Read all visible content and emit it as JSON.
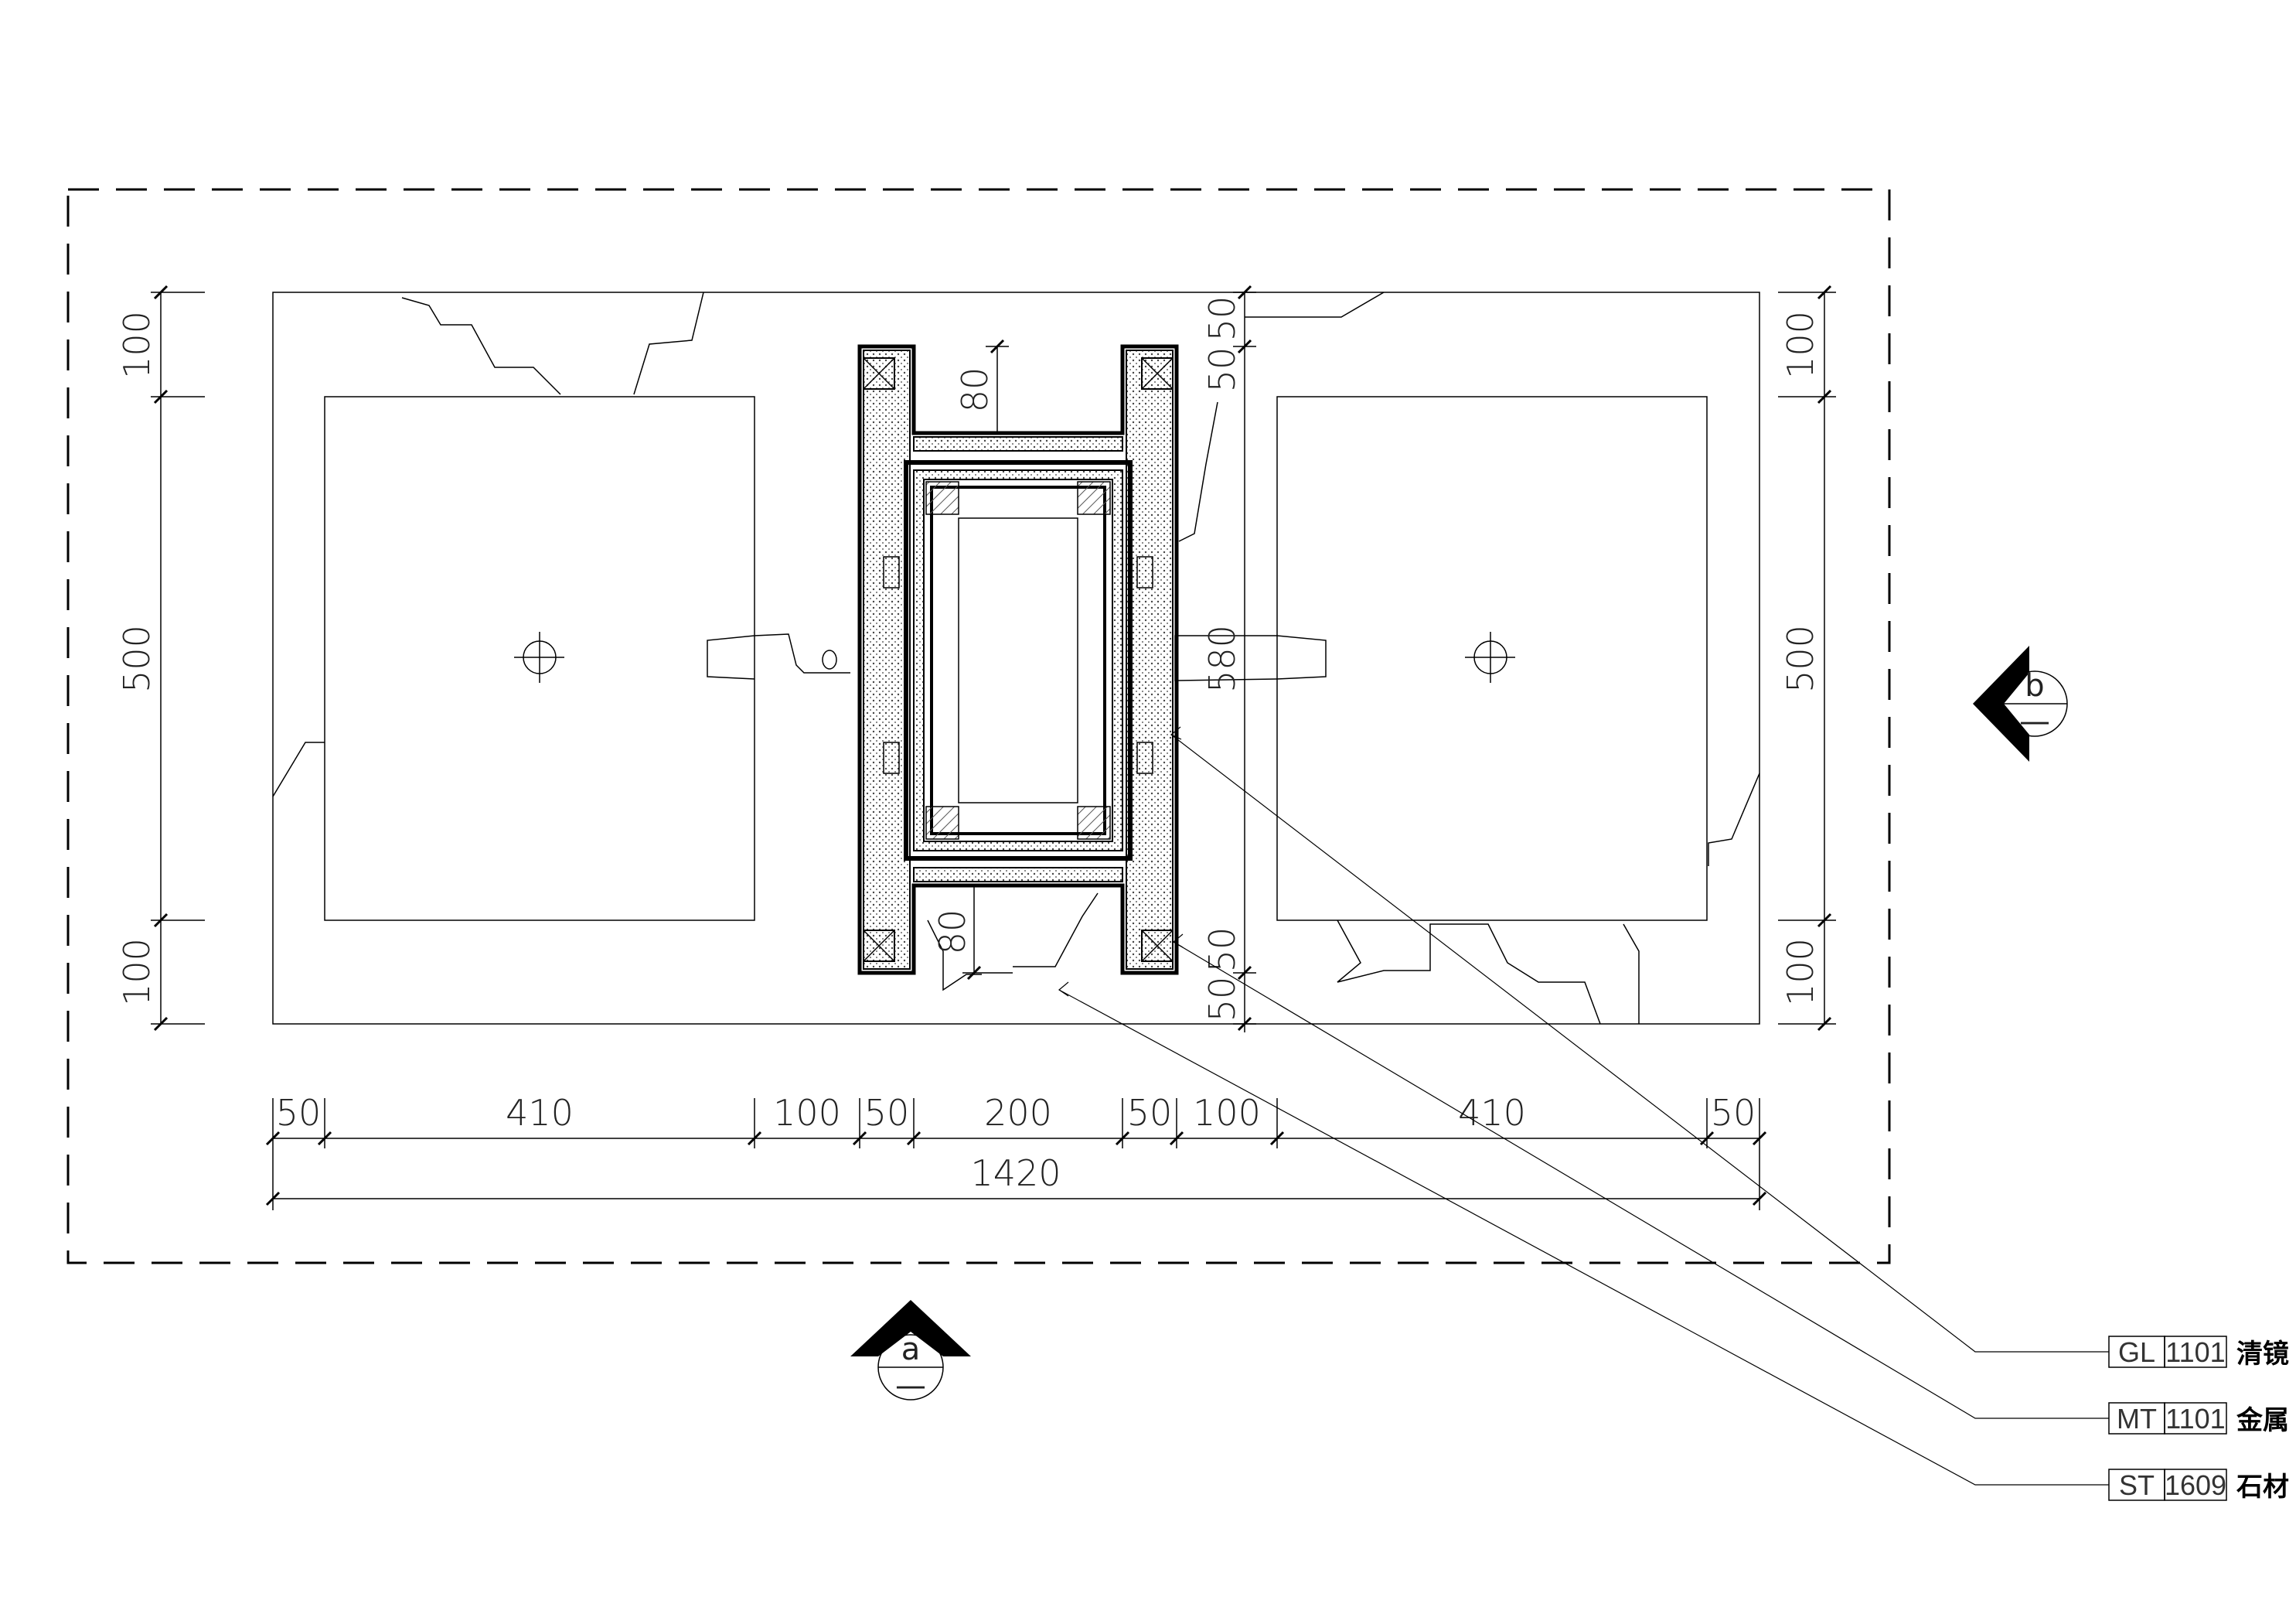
{
  "dimensions": {
    "bottom_row": [
      "50",
      "410",
      "100",
      "50",
      "200",
      "50",
      "100",
      "410",
      "50"
    ],
    "overall": "1420",
    "left_side": [
      "100",
      "500",
      "100"
    ],
    "right_side": [
      "100",
      "500",
      "100"
    ],
    "center_right": [
      "50",
      "50",
      "580",
      "50",
      "50"
    ],
    "center_top": "80",
    "center_bottom": "80"
  },
  "section_markers": {
    "bottom": {
      "letter": "a",
      "sub": "—"
    },
    "right": {
      "letter": "b",
      "sub": "—"
    }
  },
  "materials": [
    {
      "code": "GL",
      "number": "1101",
      "name": "清镜"
    },
    {
      "code": "MT",
      "number": "1101",
      "name": "金属"
    },
    {
      "code": "ST",
      "number": "1609",
      "name": "石材"
    }
  ]
}
